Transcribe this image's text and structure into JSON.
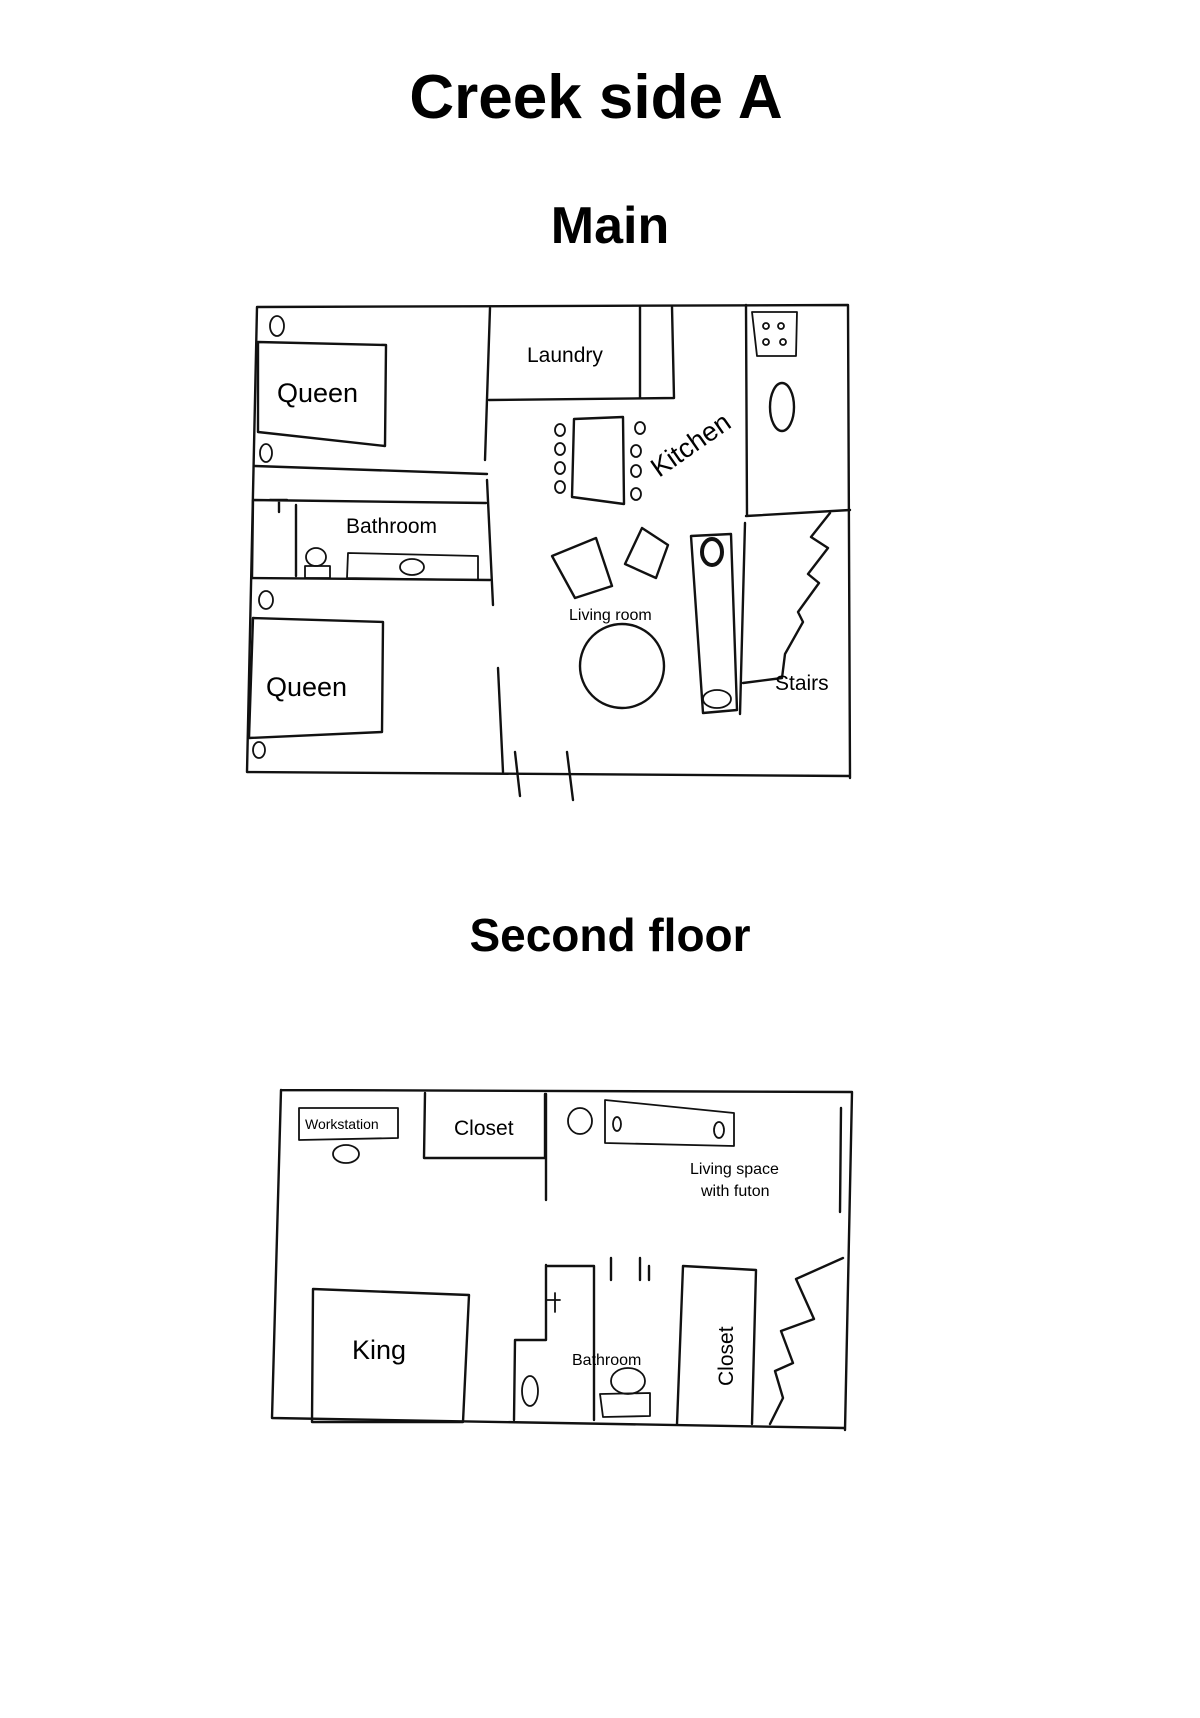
{
  "title": "Creek side A",
  "floors": {
    "main": {
      "title": "Main",
      "rooms": {
        "queen_top": "Queen",
        "laundry": "Laundry",
        "kitchen": "Kitchen",
        "bathroom": "Bathroom",
        "living_room": "Living room",
        "stairs": "Stairs",
        "queen_bottom": "Queen"
      }
    },
    "second": {
      "title": "Second floor",
      "rooms": {
        "workstation": "Workstation",
        "closet_top": "Closet",
        "living_space_line1": "Living space",
        "living_space_line2": "with futon",
        "king": "King",
        "bathroom": "Bathroom",
        "closet_side": "Closet"
      }
    }
  }
}
